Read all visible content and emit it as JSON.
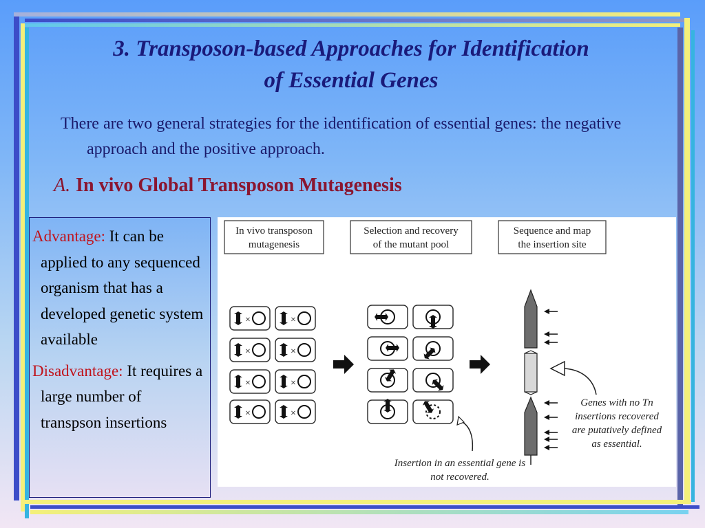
{
  "slide": {
    "title_line1": "3. Transposon-based Approaches for Identification",
    "title_line2": "of Essential Genes",
    "intro": "There are two general strategies for the identification of essential genes: the negative approach and the positive approach.",
    "heading_letter": "A.",
    "heading_text": "In vivo Global Transposon Mutagenesis",
    "advantage_label": "Advantage:",
    "advantage_text": "It can be applied to any sequenced organism that has a developed genetic system available",
    "disadvantage_label": "Disadvantage:",
    "disadvantage_text": "It requires a large number  of transpson insertions"
  },
  "figure": {
    "box1_line1": "In vivo transposon",
    "box1_line2": "mutagenesis",
    "box2_line1": "Selection and recovery",
    "box2_line2": "of the mutant pool",
    "box3_line1": "Sequence and map",
    "box3_line2": "the insertion site",
    "note_line1": "Insertion in an essential gene is",
    "note_line2": "not recovered.",
    "genes_line1": "Genes with no  Tn",
    "genes_line2": "insertions recovered",
    "genes_line3": "are putatively defined",
    "genes_line4": "as essential."
  }
}
